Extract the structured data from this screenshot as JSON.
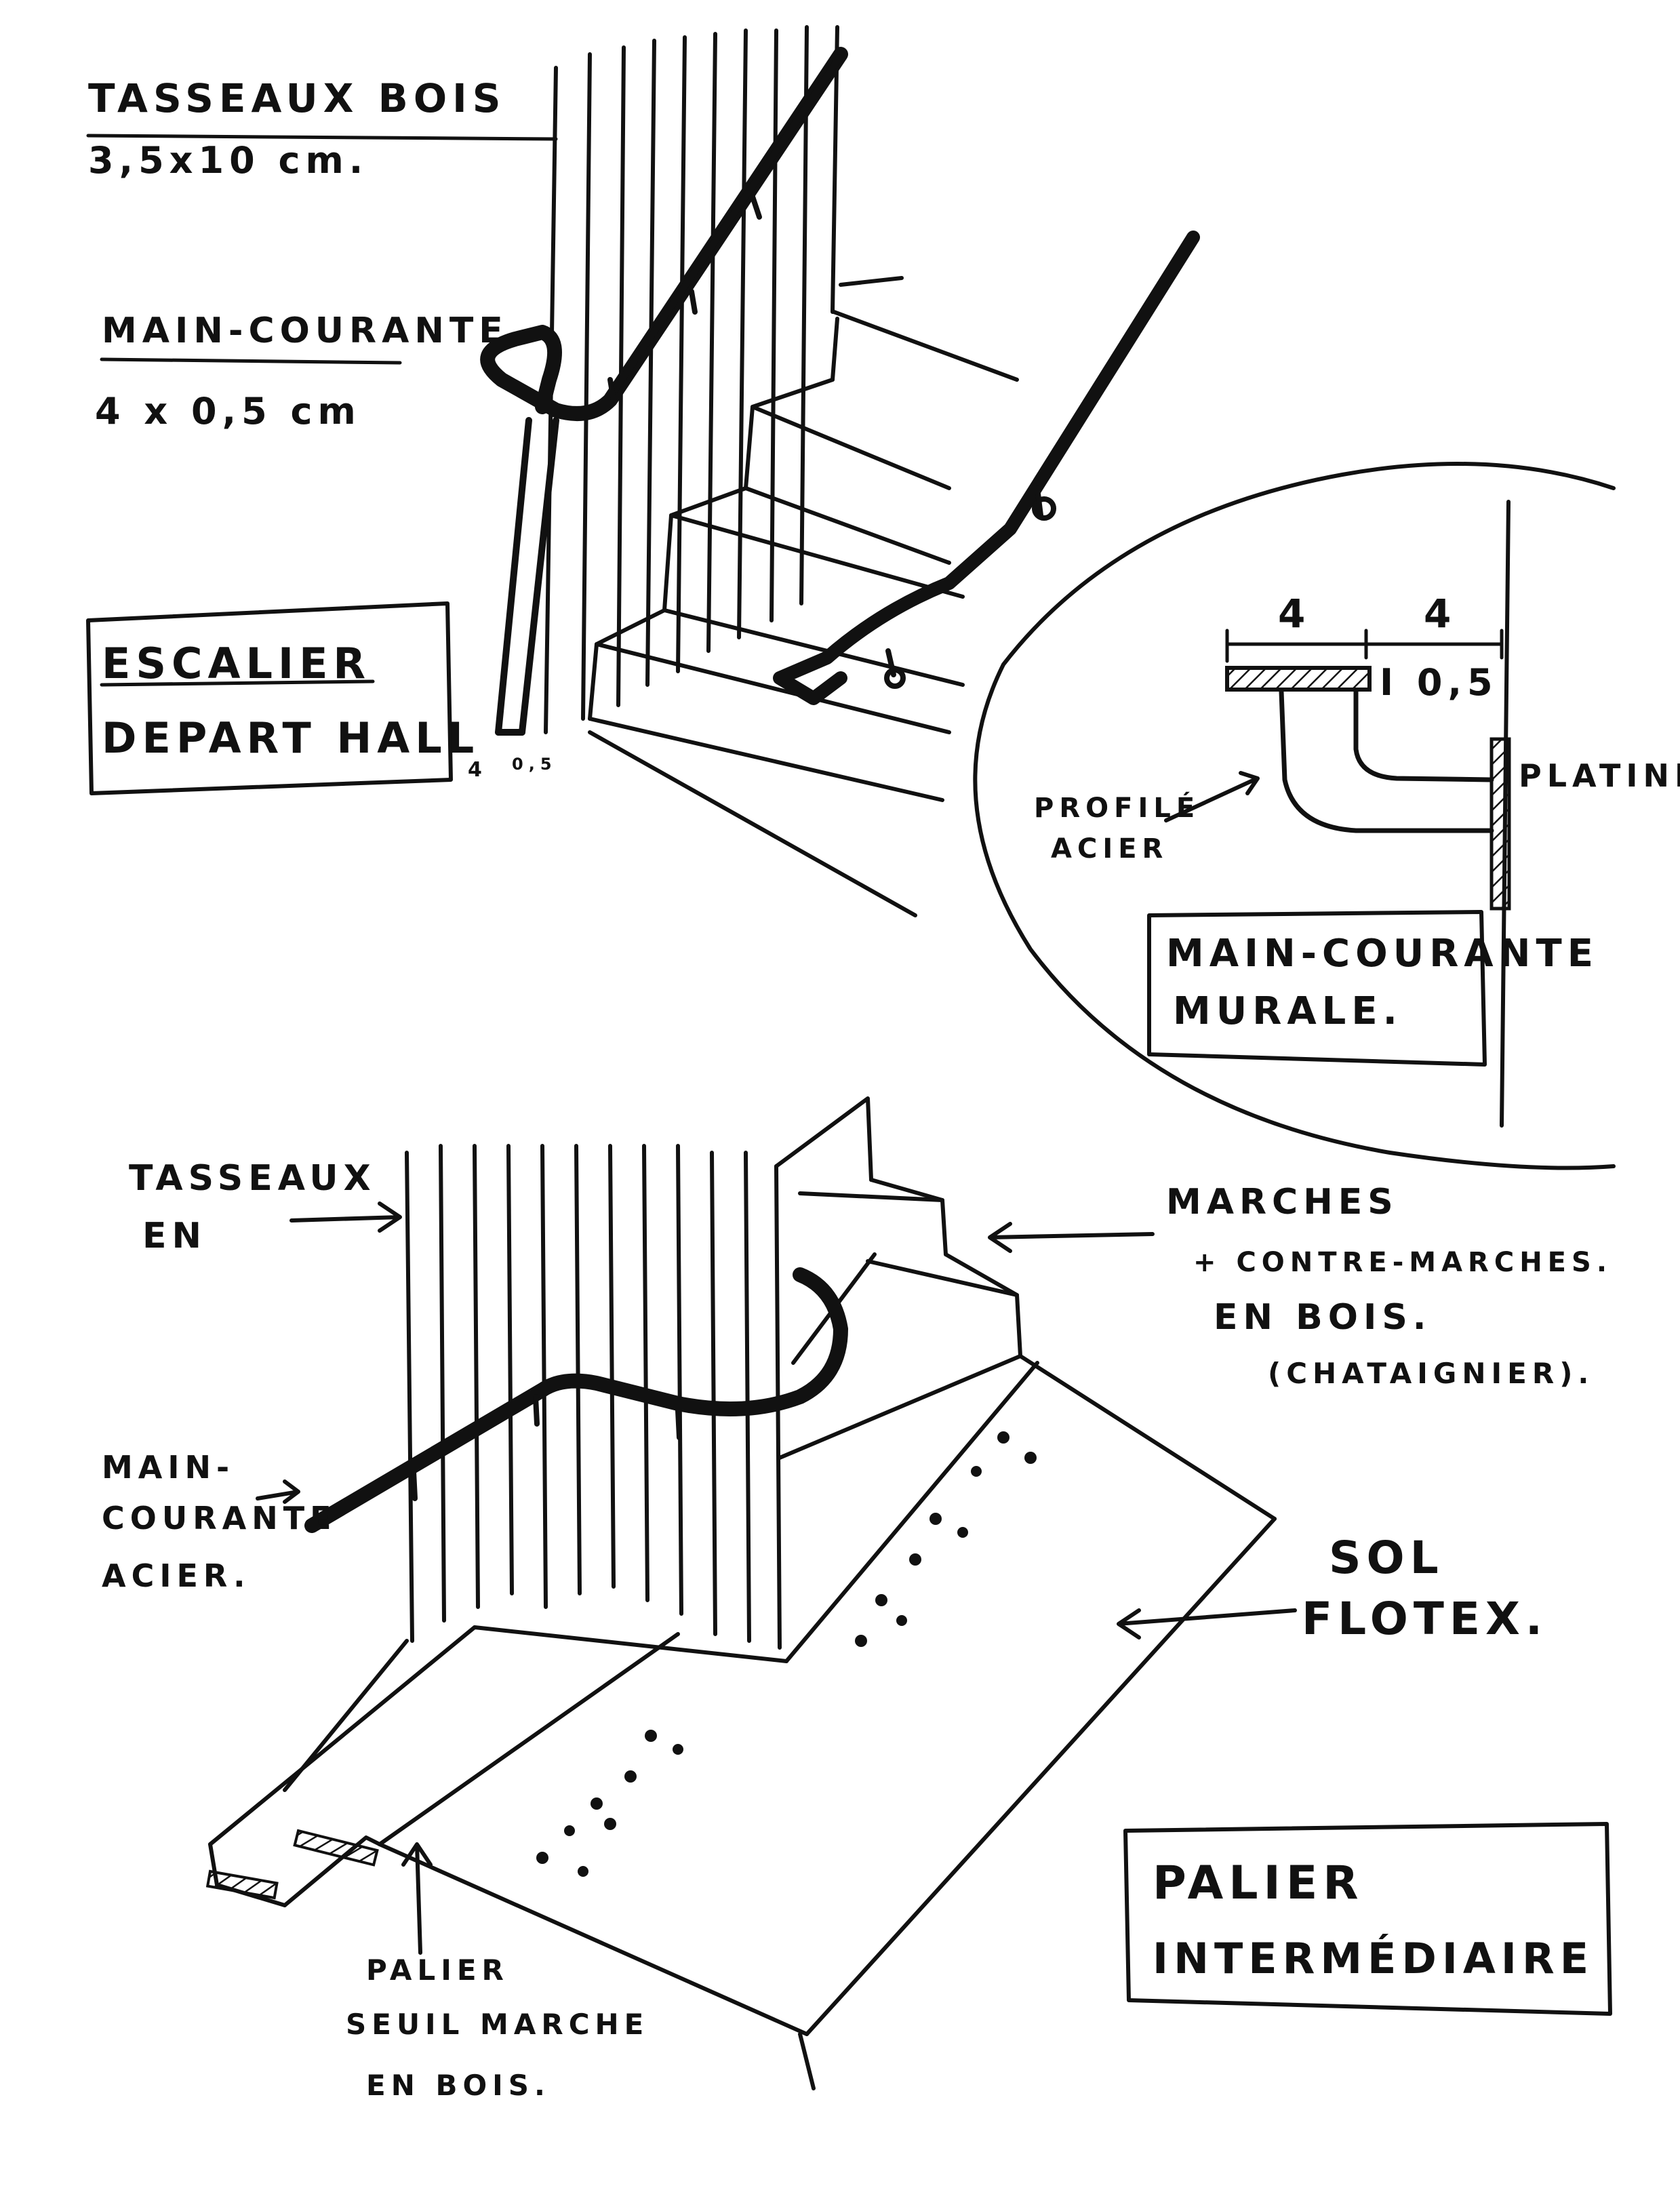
{
  "upper_view": {
    "label_tasseaux": [
      "TASSEAUX BOIS",
      "3,5x10 cm."
    ],
    "label_main_courante": [
      "MAIN-COURANTE",
      "4 x 0,5 cm"
    ],
    "title_box": [
      "ESCALIER",
      "DEPART HALL"
    ],
    "dims_small": [
      "4",
      "0,5"
    ]
  },
  "detail": {
    "dims": [
      "4",
      "4",
      "I 0,5"
    ],
    "label_profile": [
      "PROFILÉ",
      "ACIER"
    ],
    "label_platine": "PLATINE",
    "title_box": [
      "MAIN-COURANTE",
      "MURALE."
    ]
  },
  "lower_view": {
    "label_tasseaux": [
      "TASSEAUX",
      "EN"
    ],
    "label_marches": [
      "MARCHES",
      "+ CONTRE-MARCHES.",
      "EN BOIS.",
      "(CHATAIGNIER)."
    ],
    "label_main_courante": [
      "MAIN-",
      "COURANTE",
      "ACIER."
    ],
    "label_sol": [
      "SOL",
      "FLOTEX."
    ],
    "label_palier": [
      "PALIER",
      "SEUIL MARCHE",
      "EN BOIS."
    ],
    "title_box": [
      "PALIER",
      "INTERMÉDIAIRE"
    ]
  },
  "colors": {
    "ink": "#111111",
    "paper": "#ffffff"
  }
}
